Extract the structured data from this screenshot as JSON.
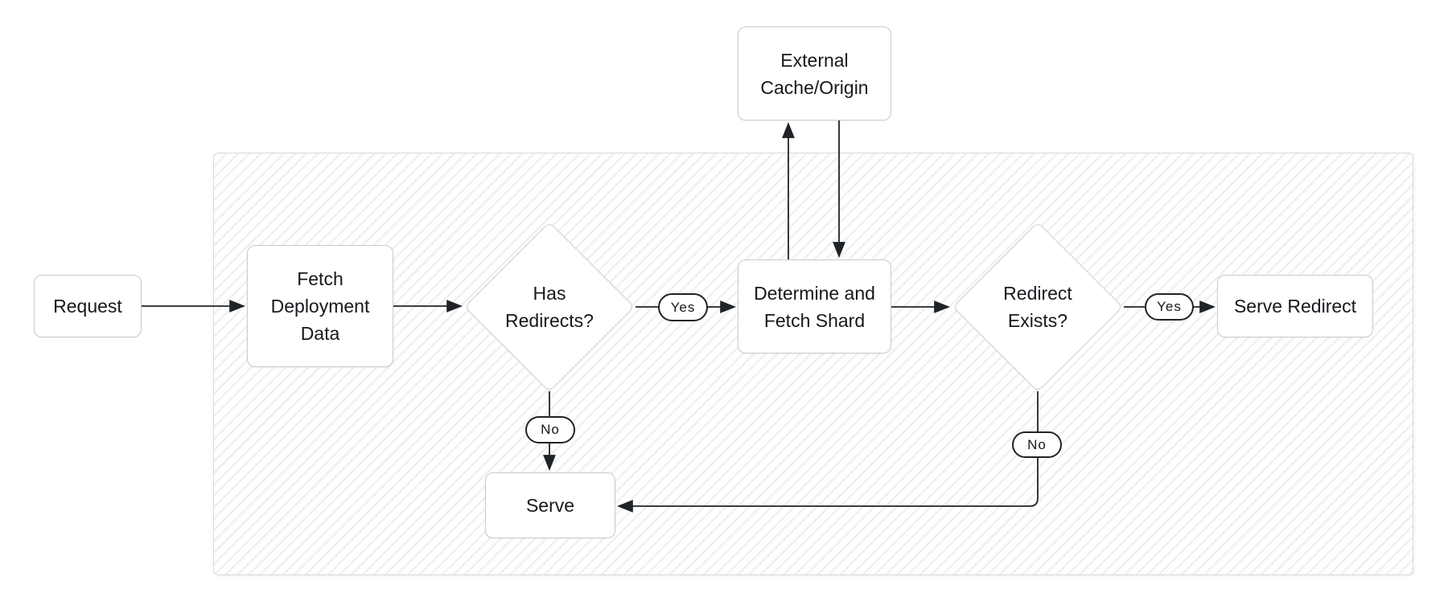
{
  "colors": {
    "line": "#1f2328",
    "node_border": "#c8cbce",
    "container_border": "#d9dadb",
    "hatch": "#f0f0f1",
    "text": "#16181d",
    "bg": "#ffffff"
  },
  "nodes": {
    "request": {
      "label": "Request"
    },
    "fetch_deployment_data": {
      "label": "Fetch\nDeployment\nData"
    },
    "external_cache_origin": {
      "label": "External\nCache/Origin"
    },
    "has_redirects": {
      "label": "Has\nRedirects?"
    },
    "determine_and_fetch_shard": {
      "label": "Determine and\nFetch Shard"
    },
    "redirect_exists": {
      "label": "Redirect\nExists?"
    },
    "serve_redirect": {
      "label": "Serve Redirect"
    },
    "serve": {
      "label": "Serve"
    }
  },
  "edge_labels": {
    "has_redirects_yes": {
      "label": "Yes"
    },
    "has_redirects_no": {
      "label": "No"
    },
    "redirect_exists_yes": {
      "label": "Yes"
    },
    "redirect_exists_no": {
      "label": "No"
    }
  }
}
